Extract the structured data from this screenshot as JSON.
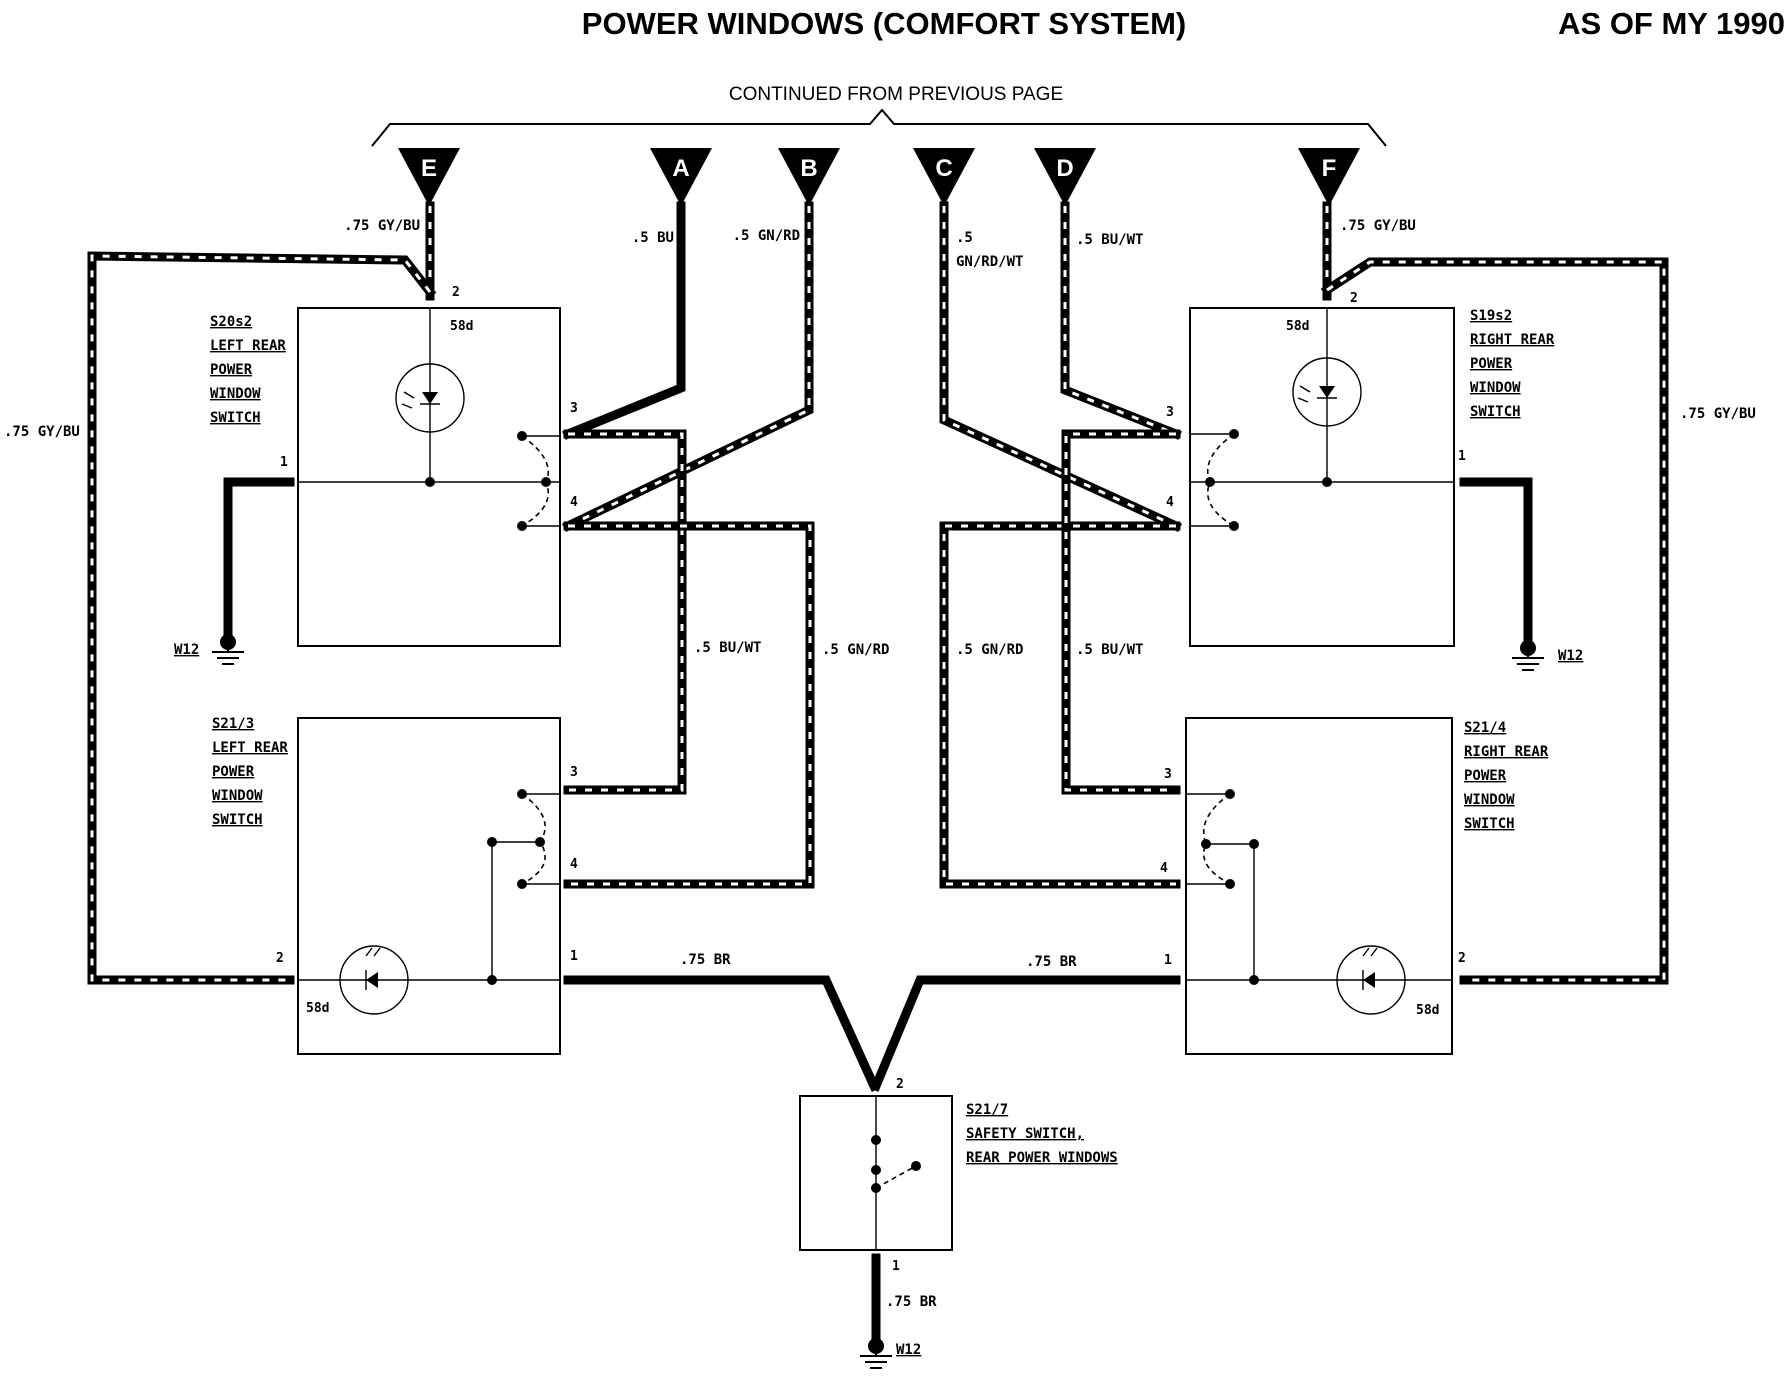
{
  "header": {
    "title": "POWER WINDOWS (COMFORT SYSTEM)",
    "model_year": "AS OF MY 1990",
    "continued": "CONTINUED FROM PREVIOUS PAGE"
  },
  "connectors": [
    "E",
    "A",
    "B",
    "C",
    "D",
    "F"
  ],
  "wires": {
    "e": ".75 GY/BU",
    "a": ".5 BU",
    "b": ".5 GN/RD",
    "c_1": ".5",
    "c_2": "GN/RD/WT",
    "d": ".5 BU/WT",
    "f": ".75 GY/BU",
    "left_outer": ".75 GY/BU",
    "right_outer": ".75 GY/BU",
    "left_mid_buwt": ".5 BU/WT",
    "left_mid_gnrd": ".5 GN/RD",
    "right_mid_gnrd": ".5 GN/RD",
    "right_mid_buwt": ".5 BU/WT",
    "left_br": ".75 BR",
    "right_br": ".75 BR",
    "bottom_br": ".75 BR"
  },
  "components": {
    "s20s2": {
      "id": "S20s2",
      "lines": [
        "LEFT REAR",
        "POWER",
        "WINDOW",
        "SWITCH"
      ]
    },
    "s19s2": {
      "id": "S19s2",
      "lines": [
        "RIGHT REAR",
        "POWER",
        "WINDOW",
        "SWITCH"
      ]
    },
    "s21_3": {
      "id": "S21/3",
      "lines": [
        "LEFT REAR",
        "POWER",
        "WINDOW",
        "SWITCH"
      ]
    },
    "s21_4": {
      "id": "S21/4",
      "lines": [
        "RIGHT REAR",
        "POWER",
        "WINDOW",
        "SWITCH"
      ]
    },
    "s21_7": {
      "id": "S21/7",
      "lines": [
        "SAFETY SWITCH,",
        "REAR POWER WINDOWS"
      ]
    }
  },
  "grounds": {
    "left": "W12",
    "right": "W12",
    "bottom": "W12"
  },
  "terminal_58d": "58d",
  "pins": {
    "p1": "1",
    "p2": "2",
    "p3": "3",
    "p4": "4"
  }
}
